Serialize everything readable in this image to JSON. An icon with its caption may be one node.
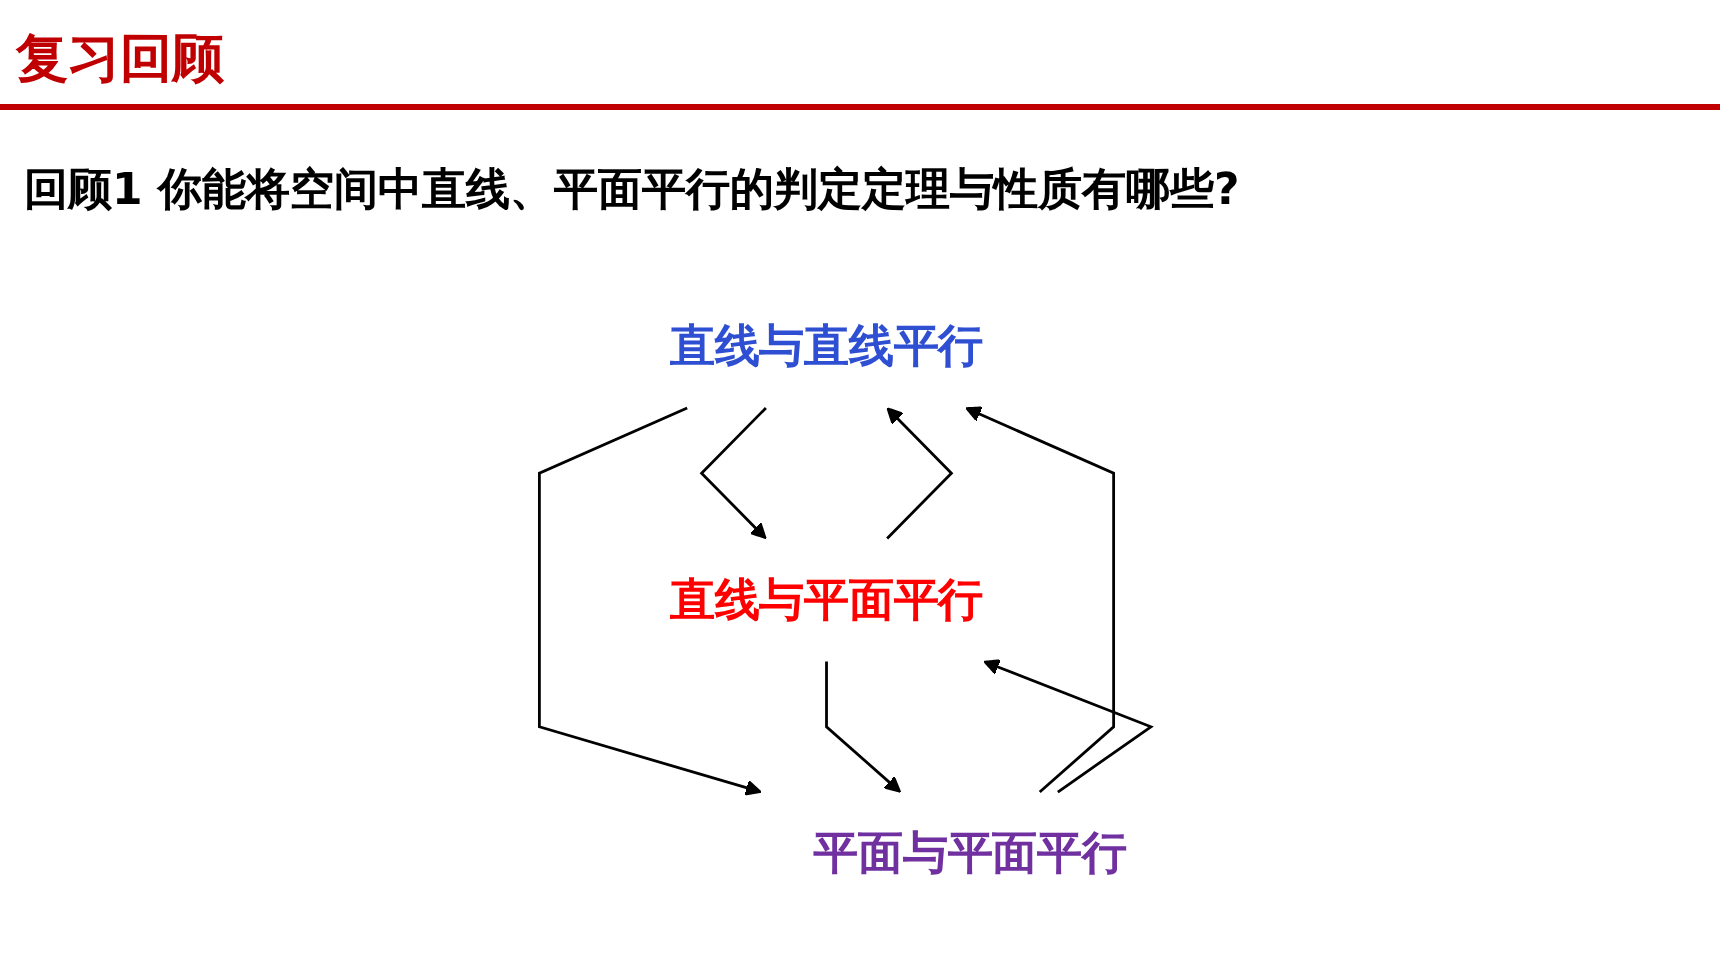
{
  "diagram": {
    "title": "复习回顾",
    "nodes": [
      {
        "text": [
          "直线与直线平行"
        ]
      },
      {
        "text": [
          "直线与平面平行"
        ]
      },
      {
        "text": [
          "平面与平面平行"
        ]
      }
    ],
    "edges": [
      {
        "from": 0,
        "to": 1,
        "arrow": "to"
      },
      {
        "from": 1,
        "to": 0,
        "arrow": "to"
      },
      {
        "from": 2,
        "to": 0,
        "arrow": "to"
      },
      {
        "from": 0,
        "to": 2,
        "arrow": "to"
      },
      {
        "from": 2,
        "to": 1,
        "arrow": "to"
      },
      {
        "from": 1,
        "to": 2,
        "arrow": "to"
      }
    ],
    "labels": [
      "回顾1 你能将空间中直线、平面平行的判定定理与性质有哪些?"
    ]
  }
}
